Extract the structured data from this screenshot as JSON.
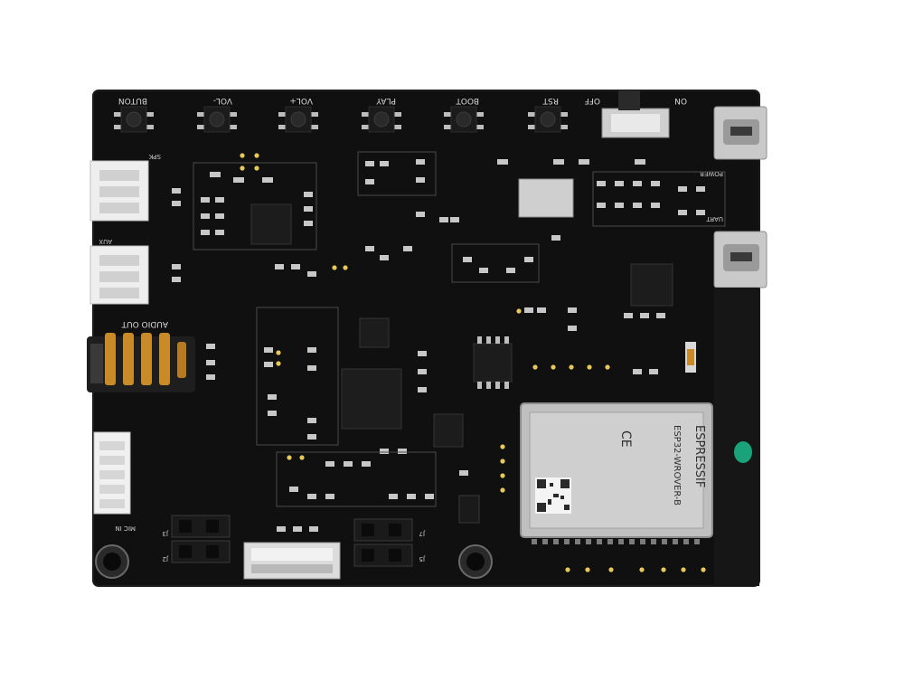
{
  "board": {
    "pcb_color": "#101010",
    "silkscreen_color": "#d9d9d9",
    "shield_color": "#c9c9c9",
    "antenna_marker_color": "#1aa37a",
    "jack_color": "#c98a2a"
  },
  "labels": {
    "buttons": [
      "BUTON",
      "VOL-",
      "VOL+",
      "PLAY",
      "BOOT",
      "RST"
    ],
    "switch_off": "OFF",
    "switch_on": "ON",
    "spk": "SPK",
    "aux": "AUX",
    "power": "POWER",
    "uart": "UART",
    "audio_out": "AUDIO OUT",
    "mic_in": "MIC IN",
    "j3": "J3",
    "j5": "J5",
    "j2": "J2",
    "j7": "J7"
  },
  "module": {
    "brand": "ESPRESSIF",
    "model": "ESP32-WROVER-B",
    "cert": "CE"
  }
}
